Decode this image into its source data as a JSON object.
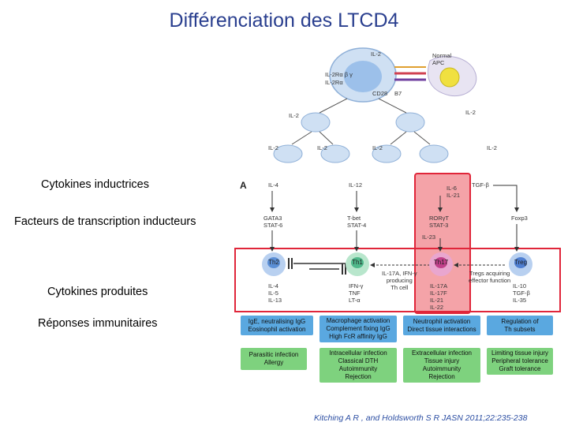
{
  "title": "Différenciation des LTCD4",
  "left_labels": {
    "inducing_cytokines": "Cytokines inductrices",
    "transcription_factors": "Facteurs de transcription inducteurs",
    "produced_cytokines": "Cytokines produites",
    "immune_responses": "Réponses immunitaires"
  },
  "top_figure": {
    "il2_top": "IL-2",
    "normal_apc": "Normal\nAPC",
    "il2r_beta": "IL-2Rα β γ",
    "il2r_alpha": "IL-2Rα",
    "cd28": "CD28",
    "b7": "B7",
    "il2_labels": [
      "IL-2",
      "IL-2",
      "IL-2",
      "IL-2",
      "IL-2",
      "IL-2"
    ]
  },
  "panel_letter": "A",
  "columns": [
    {
      "name": "Th2",
      "inducer": "IL-4",
      "tf": "GATA3\nSTAT-6",
      "cytokines": "IL-4\nIL-5\nIL-13",
      "response": "IgE, neutralising IgG\nEosinophil activation",
      "pathology": "Parasitic infection\nAllergy",
      "color": "#5b8fd6"
    },
    {
      "name": "Th1",
      "inducer": "IL-12",
      "tf": "T-bet\nSTAT-4",
      "cytokines": "IFN-γ\nTNF\nLT-α",
      "response": "Macrophage activation\nComplement fixing IgG\nHigh FcR affinity IgG",
      "pathology": "Intracellular infection\nClassical DTH\nAutoimmunity\nRejection",
      "color": "#4fb88a"
    },
    {
      "name": "Th17",
      "inducer": "IL-6\nIL-21",
      "tf": "RORγT\nSTAT-3",
      "extra": "IL-23",
      "cytokines": "IL-17A\nIL-17F\nIL-21\nIL-22",
      "response": "Neutrophil activation\nDirect tissue interactions",
      "pathology": "Extracellular infection\nTissue injury\nAutoimmunity\nRejection",
      "color": "#c0408a"
    },
    {
      "name": "Treg",
      "inducer": "TGF-β",
      "tf": "Foxp3",
      "cytokines": "IL-10\nTGF-β\nIL-35",
      "response": "Regulation of\nTh subsets",
      "pathology": "Limiting tissue injury\nPeripheral tolerance\nGraft tolerance",
      "color": "#4f7fd1"
    }
  ],
  "th17_note": "IL-17A, IFN-γ\nproducing\nTh cell",
  "treg_note": "Tregs acquiring\neffector function",
  "highlight_colors": {
    "red_box": "#e0263a",
    "pink_fill": "#f4a3a8"
  },
  "credit": "Kitching A R , and Holdsworth S R JASN 2011;22:235-238"
}
